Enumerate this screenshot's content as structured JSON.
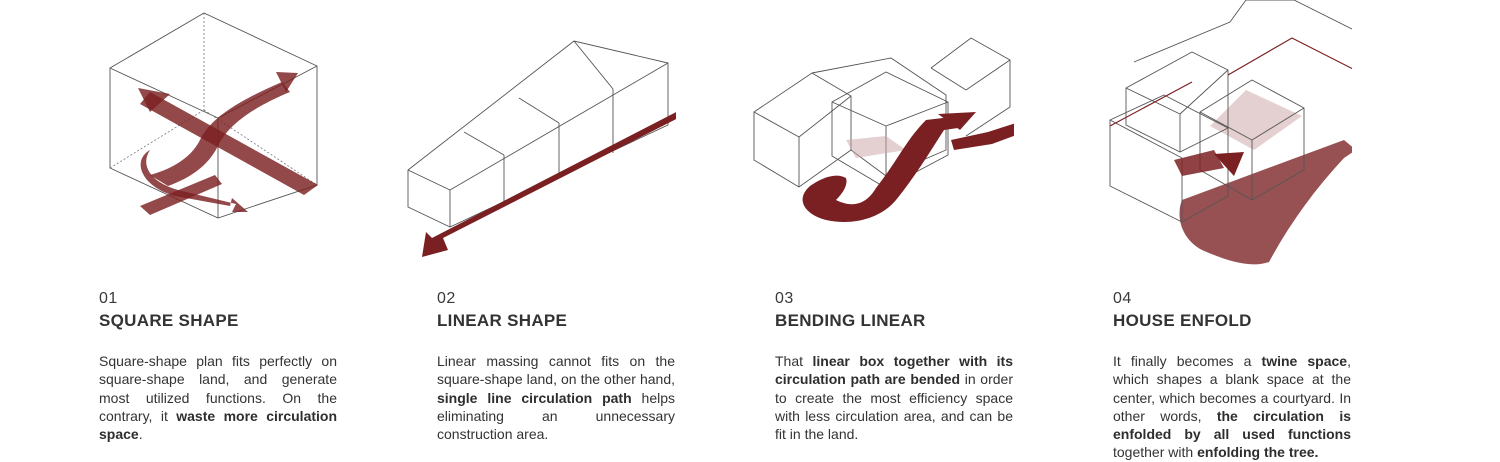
{
  "panels": [
    {
      "number": "01",
      "title": "SQUARE SHAPE",
      "description": [
        {
          "text": "Square-shape plan fits perfectly on square-shape land, and generate most utilized functions. On the contrary, it ",
          "bold": false
        },
        {
          "text": "waste more circulation space",
          "bold": true
        },
        {
          "text": ".",
          "bold": false
        }
      ]
    },
    {
      "number": "02",
      "title": "LINEAR SHAPE",
      "description": [
        {
          "text": "Linear massing cannot fits on the square-shape land, on the other hand, ",
          "bold": false
        },
        {
          "text": "single line circulation path",
          "bold": true
        },
        {
          "text": " helps eliminating an unnecessary construction area.",
          "bold": false
        }
      ]
    },
    {
      "number": "03",
      "title": "BENDING LINEAR",
      "description": [
        {
          "text": "That ",
          "bold": false
        },
        {
          "text": "linear box together with its circulation path are bended",
          "bold": true
        },
        {
          "text": " in order to create the most efficiency space with less circulation area, and can be fit in the land.",
          "bold": false
        }
      ]
    },
    {
      "number": "04",
      "title": "HOUSE ENFOLD",
      "description": [
        {
          "text": "It finally becomes a ",
          "bold": false
        },
        {
          "text": "twine space",
          "bold": true
        },
        {
          "text": ", which shapes a blank space at the center, which becomes a courtyard. In other words, ",
          "bold": false
        },
        {
          "text": "the circulation is enfolded by all used functions",
          "bold": true
        },
        {
          "text": " together with ",
          "bold": false
        },
        {
          "text": "enfolding the tree.",
          "bold": true
        }
      ]
    }
  ],
  "colors": {
    "accent": "#7b2022",
    "text": "#333333",
    "line": "#555555"
  }
}
